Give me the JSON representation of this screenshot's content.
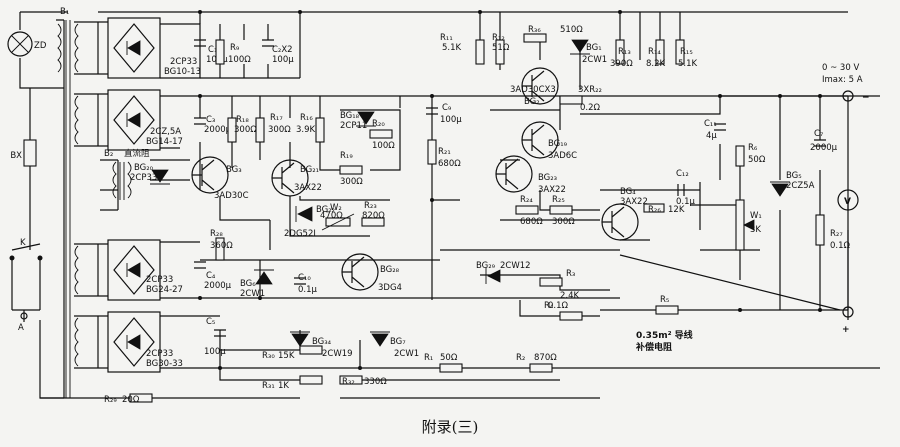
{
  "caption": "附录(三)",
  "output": {
    "range": "0 ~ 30 V",
    "imax": "Imax: 5 A",
    "plus": "+",
    "minus": "−"
  },
  "transformer": "B₁",
  "aux_transformer": "B₂",
  "aux_note": "直流阻",
  "lamp": "ZD",
  "fuse": "BX",
  "switch_k": "K",
  "terminal_a": "A",
  "rectifiers": [
    {
      "part": "2CP33",
      "model": "BG10-13"
    },
    {
      "part": "2CZ,5A",
      "model": "BG14-17"
    },
    {
      "part": "2CP33",
      "model": "BG24-27"
    },
    {
      "part": "2CP33",
      "model": "BG30-33"
    }
  ],
  "capacitors": {
    "c1": {
      "name": "C₁",
      "value": "100μ"
    },
    "c2": {
      "name": "C₂X2",
      "value": "100μ"
    },
    "c3": {
      "name": "C₃",
      "value": "2000μ"
    },
    "c4": {
      "name": "C₄",
      "value": "2000μ"
    },
    "c5": {
      "name": "C₅",
      "value": "100μ"
    },
    "c7": {
      "name": "C₇",
      "value": "2000μ"
    },
    "c9": {
      "name": "C₉",
      "value": "100μ"
    },
    "c10": {
      "name": "C₁₀",
      "value": "0.1μ"
    },
    "c11": {
      "name": "C₁₁",
      "value": "4μ"
    },
    "c12": {
      "name": "C₁₂",
      "value": "0.1μ"
    }
  },
  "resistors": {
    "r9": {
      "name": "R₉",
      "value": "100Ω"
    },
    "r18": {
      "name": "R₁₈",
      "value": "300Ω"
    },
    "r17": {
      "name": "R₁₇",
      "value": "300Ω"
    },
    "r16": {
      "name": "R₁₆",
      "value": "3.9K"
    },
    "r20": {
      "name": "R₂₀",
      "value": "100Ω"
    },
    "r19": {
      "name": "R₁₉",
      "value": "300Ω"
    },
    "r23": {
      "name": "R₂₃",
      "value": "820Ω"
    },
    "r11": {
      "name": "R₁₁",
      "value": "5.1K"
    },
    "r12": {
      "name": "R₁₂",
      "value": "51Ω"
    },
    "r36": {
      "name": "R₃₆",
      "value": "510Ω"
    },
    "r13": {
      "name": "R₁₃",
      "value": "390Ω"
    },
    "r14": {
      "name": "R₁₄",
      "value": "8.2K"
    },
    "r15": {
      "name": "R₁₅",
      "value": "5.1K"
    },
    "r21": {
      "name": "R₂₁",
      "value": "680Ω"
    },
    "r22": {
      "name": "3XR₂₂",
      "value": "0.2Ω"
    },
    "r24": {
      "name": "R₂₄",
      "value": "680Ω"
    },
    "r25": {
      "name": "R₂₅",
      "value": "300Ω"
    },
    "r26": {
      "name": "R₂₆",
      "value": "12K"
    },
    "r28": {
      "name": "R₂₈",
      "value": "360Ω"
    },
    "r3": {
      "name": "R₃",
      "value": "2.4K"
    },
    "r4": {
      "name": "R₄",
      "value": "0.1Ω"
    },
    "r5": {
      "name": "R₅",
      "value": ""
    },
    "r6": {
      "name": "R₆",
      "value": "50Ω"
    },
    "r27": {
      "name": "R₂₇",
      "value": "0.1Ω"
    },
    "r30": {
      "name": "R₃₀",
      "value": "15K"
    },
    "r31": {
      "name": "R₃₁",
      "value": "1K"
    },
    "r32": {
      "name": "R₃₂",
      "value": "330Ω"
    },
    "r1": {
      "name": "R₁",
      "value": "50Ω"
    },
    "r2": {
      "name": "R₂",
      "value": "870Ω"
    },
    "r29": {
      "name": "R₂₉",
      "value": "20Ω"
    }
  },
  "pots": {
    "w1": {
      "name": "W₁",
      "value": "3K"
    },
    "w2": {
      "name": "W₂",
      "value": "470Ω"
    }
  },
  "transistors": {
    "bg3": {
      "name": "BG₃",
      "model": "3AD30C"
    },
    "bg21": {
      "name": "BG₂₁",
      "model": "3AX22"
    },
    "bg28": {
      "name": "BG₂₈",
      "model": "3DG4"
    },
    "bg2": {
      "name": "BG₂",
      "model": "3AD30CX3"
    },
    "bg19": {
      "name": "BG₁₉",
      "model": "3AD6C"
    },
    "bg23": {
      "name": "BG₂₃",
      "model": "3AX22"
    },
    "bg4": {
      "name": "BG₄",
      "model": "3AX22"
    }
  },
  "diodes": {
    "bg20": {
      "name": "BG₂₀",
      "model": "2CP33"
    },
    "bg18": {
      "name": "BG₁₈",
      "model": "2CP11"
    },
    "bg22": {
      "name": "BG₂₂",
      "model": "2DG52I"
    },
    "bg1": {
      "name": "BG₁",
      "model": "2CW1"
    },
    "bg6": {
      "name": "BG₆",
      "model": "2CW1"
    },
    "bg29": {
      "name": "BG₂₉",
      "model": "2CW12"
    },
    "bg5": {
      "name": "BG₅",
      "model": "2CZ5A"
    },
    "bg34": {
      "name": "BG₃₄",
      "model": "2CW19"
    },
    "bg7": {
      "name": "BG₇",
      "model": "2CW1"
    }
  },
  "meter": "V",
  "note_wire": "0.35m² 导线",
  "note_comp": "补偿电阻"
}
